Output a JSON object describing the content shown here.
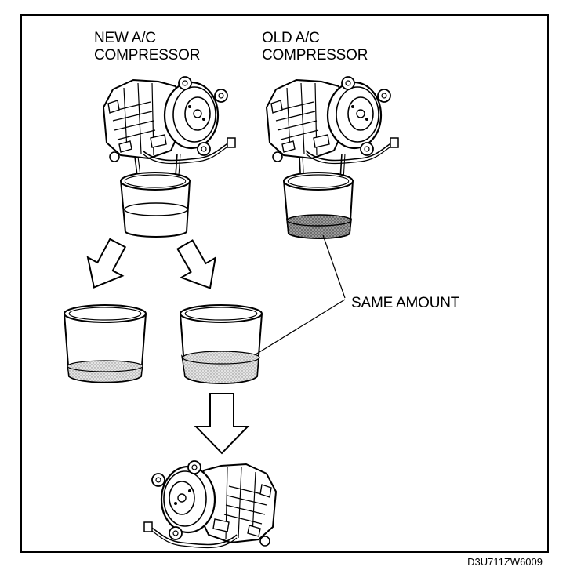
{
  "labels": {
    "new_compressor_line1": "NEW A/C",
    "new_compressor_line2": "COMPRESSOR",
    "old_compressor_line1": "OLD A/C",
    "old_compressor_line2": "COMPRESSOR",
    "same_amount": "SAME AMOUNT"
  },
  "figure_code": "D3U711ZW6009",
  "colors": {
    "ink": "#000000",
    "oil_old": "#8a8a8a",
    "oil_light": "#d6d6d6",
    "background": "#ffffff"
  }
}
